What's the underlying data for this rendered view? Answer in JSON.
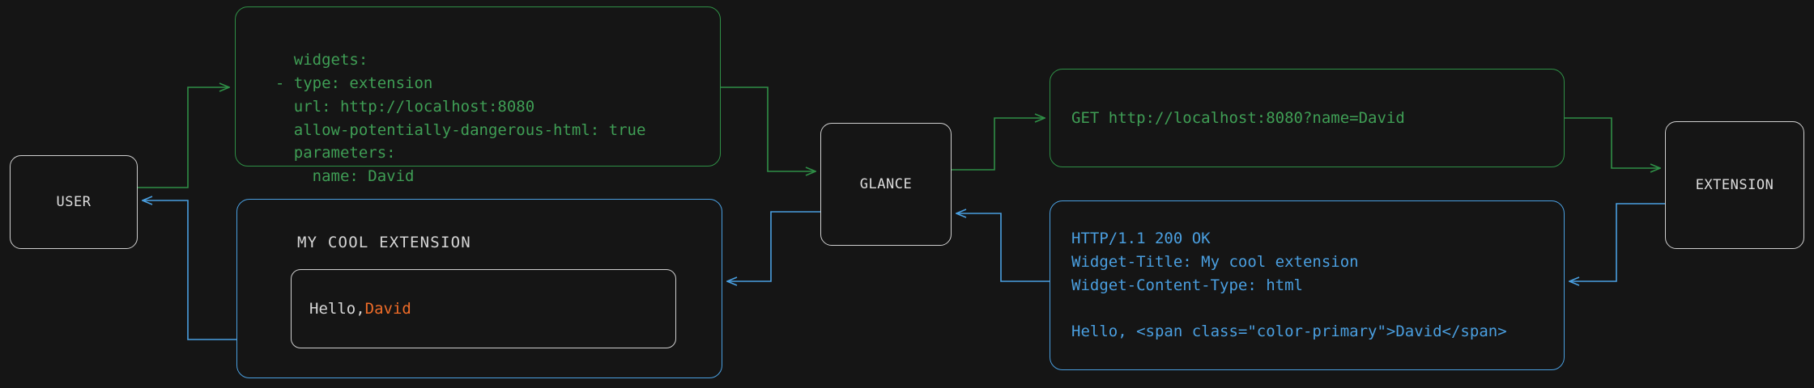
{
  "colors": {
    "background": "#151515",
    "request_green": "#3f9e55",
    "response_blue": "#4a9fe0",
    "node_border": "#cfcfcf",
    "node_text": "#dcdcdc",
    "accent_orange": "#ef6c28"
  },
  "nodes": {
    "user": "USER",
    "glance": "GLANCE",
    "extension": "EXTENSION"
  },
  "yaml_config": {
    "text": "widgets:\n  - type: extension\n    url: http://localhost:8080\n    allow-potentially-dangerous-html: true\n    parameters:\n      name: David"
  },
  "http_request": {
    "text": "GET http://localhost:8080?name=David"
  },
  "http_response": {
    "text": "HTTP/1.1 200 OK\nWidget-Title: My cool extension\nWidget-Content-Type: html\n\nHello, <span class=\"color-primary\">David</span>"
  },
  "widget_preview": {
    "title": "MY COOL EXTENSION",
    "greeting": "Hello, ",
    "name": "David"
  }
}
